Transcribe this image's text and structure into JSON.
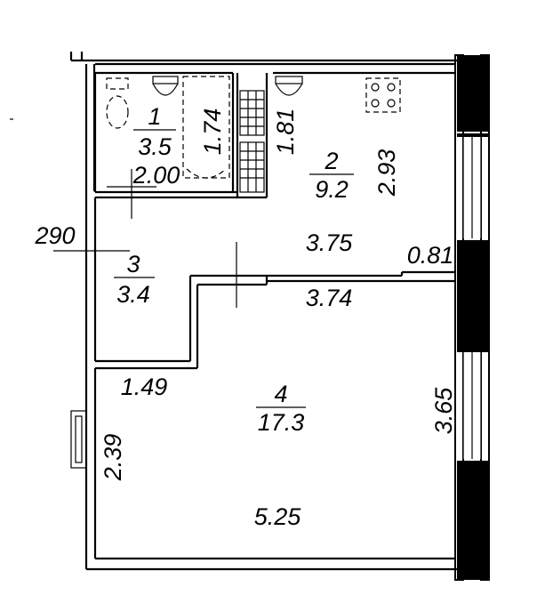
{
  "rooms": [
    {
      "id": "1",
      "number": "1",
      "area": "17.3"
    },
    {
      "id": "2",
      "number": "2",
      "area": "9.2"
    },
    {
      "id": "3",
      "number": "3",
      "area": "3.4"
    },
    {
      "id": "4",
      "number": "4",
      "area": "3.5"
    }
  ],
  "dimensions": {
    "bath_width": "2.00",
    "bath_height": "1.74",
    "kitchen_left": "1.81",
    "kitchen_right": "2.93",
    "kitchen_width": "3.75",
    "balcony": "0.81",
    "living_top": "3.74",
    "hall_width": "1.49",
    "living_left": "2.39",
    "living_right": "3.65",
    "living_bottom": "5.25",
    "wall_290": "290"
  }
}
